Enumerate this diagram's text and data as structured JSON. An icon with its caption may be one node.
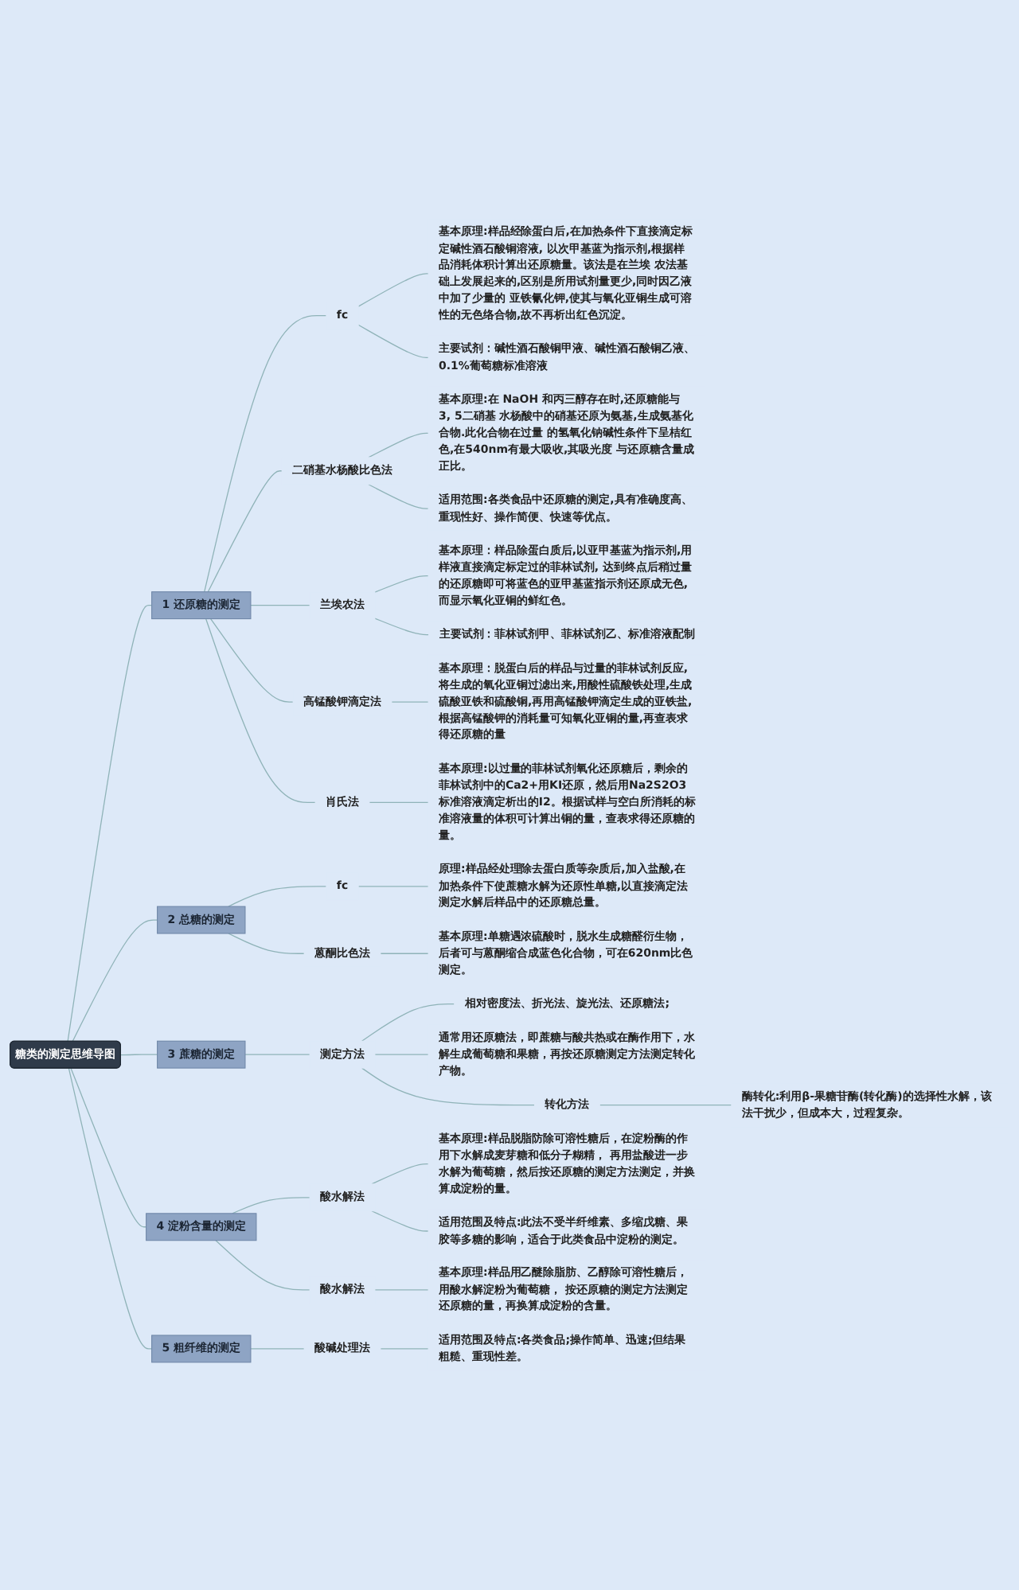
{
  "diagram": {
    "nodes": [
      {
        "text": [
          "糖类的测定思维导图"
        ]
      },
      {
        "text": [
          "1 还原糖的测定"
        ]
      },
      {
        "text": [
          "fc"
        ]
      },
      {
        "text": [
          "基本原理:样品经除蛋白后,在加热条件下直接滴定标定碱性酒石酸铜溶液, 以次甲基蓝为指示剂,根据样品消耗体积计算出还原糖量。该法是在兰埃 农法基础上发展起来的,区别是所用试剂量更少,同时因乙液中加了少量的 亚铁氰化钾,使其与氧化亚铜生成可溶性的无色络合物,故不再析出红色沉淀。"
        ]
      },
      {
        "text": [
          "主要试剂：碱性酒石酸铜甲液、碱性酒石酸铜乙液、0.1%葡萄糖标准溶液"
        ]
      },
      {
        "text": [
          "二硝基水杨酸比色法"
        ]
      },
      {
        "text": [
          "基本原理:在 NaOH 和丙三醇存在时,还原糖能与3, 5二硝基 水杨酸中的硝基还原为氨基,生成氨基化合物.此化合物在过量 的氢氧化钠碱性条件下呈桔红色,在540nm有最大吸收,其吸光度 与还原糖含量成正比。"
        ]
      },
      {
        "text": [
          "适用范围:各类食品中还原糖的测定,具有准确度高、重现性好、操作简便、快速等优点。"
        ]
      },
      {
        "text": [
          "兰埃农法"
        ]
      },
      {
        "text": [
          "基本原理：样品除蛋白质后,以亚甲基蓝为指示剂,用样液直接滴定标定过的菲林试剂, 达到终点后稍过量的还原糖即可将蓝色的亚甲基蓝指示剂还原成无色,而显示氧化亚铜的鲜红色。"
        ]
      },
      {
        "text": [
          "主要试剂：菲林试剂甲、菲林试剂乙、标准溶液配制"
        ]
      },
      {
        "text": [
          "高锰酸钾滴定法"
        ]
      },
      {
        "text": [
          "基本原理：脱蛋白后的样品与过量的菲林试剂反应,将生成的氧化亚铜过滤出来,用酸性硫酸铁处理,生成硫酸亚铁和硫酸铜,再用高锰酸钾滴定生成的亚铁盐,根据高锰酸钾的消耗量可知氧化亚铜的量,再查表求得还原糖的量"
        ]
      },
      {
        "text": [
          "肖氏法"
        ]
      },
      {
        "text": [
          "基本原理:以过量的菲林试剂氧化还原糖后，剩余的菲林试剂中的Ca2+用KI还原，然后用Na2S2O3标准溶液滴定析出的I2。根据试样与空白所消耗的标准溶液量的体积可计算出铜的量，查表求得还原糖的量。"
        ]
      },
      {
        "text": [
          "2 总糖的测定"
        ]
      },
      {
        "text": [
          "fc"
        ]
      },
      {
        "text": [
          "原理:样品经处理除去蛋白质等杂质后,加入盐酸,在加热条件下使蔗糖水解为还原性单糖,以直接滴定法测定水解后样品中的还原糖总量。"
        ]
      },
      {
        "text": [
          "蒽酮比色法"
        ]
      },
      {
        "text": [
          "基本原理:单糖遇浓硫酸时，脱水生成糖醛衍生物，后者可与蒽酮缩合成蓝色化合物，可在620nm比色测定。"
        ]
      },
      {
        "text": [
          "3 蔗糖的测定"
        ]
      },
      {
        "text": [
          "测定方法"
        ]
      },
      {
        "text": [
          "相对密度法、折光法、旋光法、还原糖法;"
        ]
      },
      {
        "text": [
          "通常用还原糖法，即蔗糖与酸共热或在酶作用下，水解生成葡萄糖和果糖，再按还原糖测定方法测定转化产物。"
        ]
      },
      {
        "text": [
          "转化方法"
        ]
      },
      {
        "text": [
          "酶转化:利用β-果糖苷酶(转化酶)的选择性水解，该法干扰少，但成本大，过程复杂。"
        ]
      },
      {
        "text": [
          "4 淀粉含量的测定"
        ]
      },
      {
        "text": [
          "酸水解法"
        ]
      },
      {
        "text": [
          "基本原理:样品脱脂防除可溶性糖后，在淀粉酶的作用下水解成麦芽糖和低分子糊精， 再用盐酸进一步水解为葡萄糖，然后按还原糖的测定方法测定，并换算成淀粉的量。"
        ]
      },
      {
        "text": [
          "适用范围及特点:此法不受半纤维素、多缩戊糖、果胶等多糖的影响，适合于此类食品中淀粉的测定。"
        ]
      },
      {
        "text": [
          "酸水解法"
        ]
      },
      {
        "text": [
          "基本原理:样品用乙醚除脂肪、乙醇除可溶性糖后，用酸水解淀粉为葡萄糖， 按还原糖的测定方法测定还原糖的量，再换算成淀粉的含量。"
        ]
      },
      {
        "text": [
          "5 粗纤维的测定"
        ]
      },
      {
        "text": [
          "酸碱处理法"
        ]
      },
      {
        "text": [
          "适用范围及特点:各类食品;操作简单、迅速;但结果粗糙、重现性差。"
        ]
      }
    ],
    "edges": [
      {
        "from": 0,
        "to": 1,
        "arrow": "none"
      },
      {
        "from": 1,
        "to": 2,
        "arrow": "none"
      },
      {
        "from": 2,
        "to": 3,
        "arrow": "none"
      },
      {
        "from": 2,
        "to": 4,
        "arrow": "none"
      },
      {
        "from": 1,
        "to": 5,
        "arrow": "none"
      },
      {
        "from": 5,
        "to": 6,
        "arrow": "none"
      },
      {
        "from": 5,
        "to": 7,
        "arrow": "none"
      },
      {
        "from": 1,
        "to": 8,
        "arrow": "none"
      },
      {
        "from": 8,
        "to": 9,
        "arrow": "none"
      },
      {
        "from": 8,
        "to": 10,
        "arrow": "none"
      },
      {
        "from": 1,
        "to": 11,
        "arrow": "none"
      },
      {
        "from": 11,
        "to": 12,
        "arrow": "none"
      },
      {
        "from": 1,
        "to": 13,
        "arrow": "none"
      },
      {
        "from": 13,
        "to": 14,
        "arrow": "none"
      },
      {
        "from": 0,
        "to": 15,
        "arrow": "none"
      },
      {
        "from": 15,
        "to": 16,
        "arrow": "none"
      },
      {
        "from": 16,
        "to": 17,
        "arrow": "none"
      },
      {
        "from": 15,
        "to": 18,
        "arrow": "none"
      },
      {
        "from": 18,
        "to": 19,
        "arrow": "none"
      },
      {
        "from": 0,
        "to": 20,
        "arrow": "none"
      },
      {
        "from": 20,
        "to": 21,
        "arrow": "none"
      },
      {
        "from": 21,
        "to": 22,
        "arrow": "none"
      },
      {
        "from": 21,
        "to": 23,
        "arrow": "none"
      },
      {
        "from": 21,
        "to": 24,
        "arrow": "none"
      },
      {
        "from": 24,
        "to": 25,
        "arrow": "none"
      },
      {
        "from": 0,
        "to": 26,
        "arrow": "none"
      },
      {
        "from": 26,
        "to": 27,
        "arrow": "none"
      },
      {
        "from": 27,
        "to": 28,
        "arrow": "none"
      },
      {
        "from": 27,
        "to": 29,
        "arrow": "none"
      },
      {
        "from": 26,
        "to": 30,
        "arrow": "none"
      },
      {
        "from": 30,
        "to": 31,
        "arrow": "none"
      },
      {
        "from": 0,
        "to": 32,
        "arrow": "none"
      },
      {
        "from": 32,
        "to": 33,
        "arrow": "none"
      },
      {
        "from": 33,
        "to": 34,
        "arrow": "none"
      }
    ]
  }
}
